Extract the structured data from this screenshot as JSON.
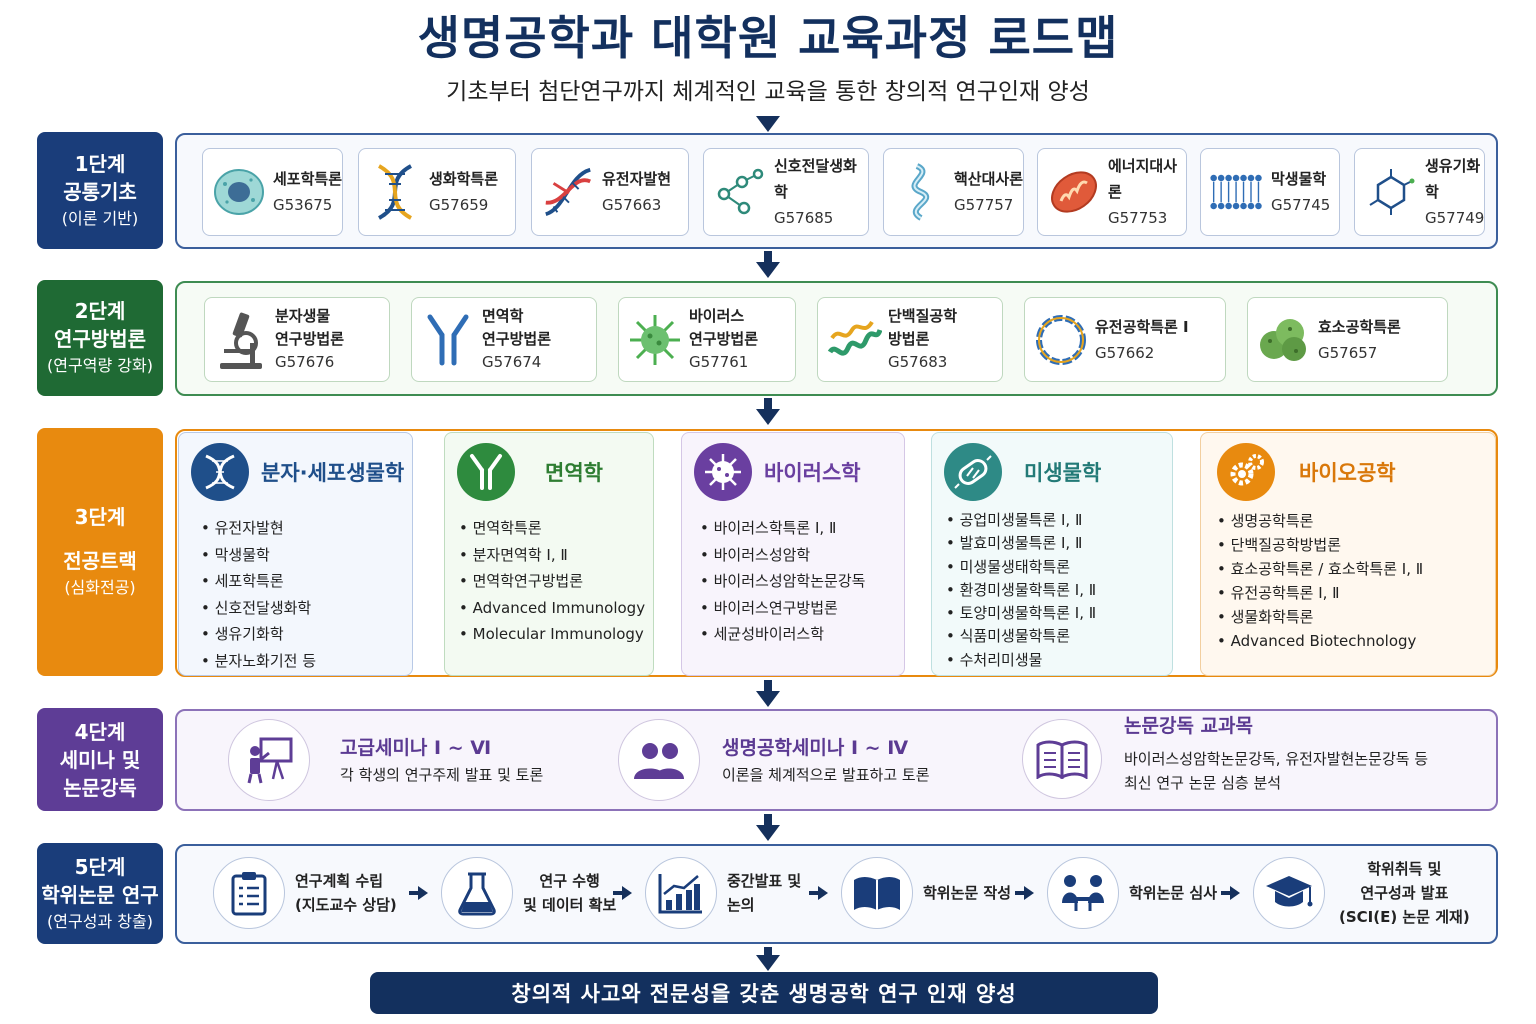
{
  "title": "생명공학과 대학원 교육과정 로드맵",
  "subtitle": "기초부터 첨단연구까지 체계적인 교육을 통한 창의적 연구인재 양성",
  "colors": {
    "navy": "#15305c",
    "stage1": "#1a3d7a",
    "stage2": "#1f6a34",
    "stage3": "#e88a0f",
    "stage4": "#5e3d96",
    "stage5": "#1a3d7a"
  },
  "stage1": {
    "num": "1단계",
    "name": "공통기초",
    "sub": "(이론 기반)",
    "courses": [
      {
        "name": "세포학특론",
        "code": "G53675",
        "icon": "cell-icon"
      },
      {
        "name": "생화학특론",
        "code": "G57659",
        "icon": "dna-icon"
      },
      {
        "name": "유전자발현",
        "code": "G57663",
        "icon": "dna-expression-icon"
      },
      {
        "name": "신호전달생화학",
        "code": "G57685",
        "icon": "signal-network-icon"
      },
      {
        "name": "핵산대사론",
        "code": "G57757",
        "icon": "nucleic-acid-icon"
      },
      {
        "name": "에너지대사론",
        "code": "G57753",
        "icon": "mitochondria-icon"
      },
      {
        "name": "막생물학",
        "code": "G57745",
        "icon": "membrane-icon"
      },
      {
        "name": "생유기화학",
        "code": "G57749",
        "icon": "molecule-icon"
      }
    ]
  },
  "stage2": {
    "num": "2단계",
    "name": "연구방법론",
    "sub": "(연구역량 강화)",
    "courses": [
      {
        "line1": "분자생물",
        "line2": "연구방법론",
        "code": "G57676",
        "icon": "microscope-icon"
      },
      {
        "line1": "면역학",
        "line2": "연구방법론",
        "code": "G57674",
        "icon": "antibody-icon"
      },
      {
        "line1": "바이러스",
        "line2": "연구방법론",
        "code": "G57761",
        "icon": "virus-icon"
      },
      {
        "line1": "단백질공학",
        "line2": "방법론",
        "code": "G57683",
        "icon": "protein-icon"
      },
      {
        "line1": "유전공학특론 I",
        "line2": "",
        "code": "G57662",
        "icon": "plasmid-icon"
      },
      {
        "line1": "효소공학특론",
        "line2": "",
        "code": "G57657",
        "icon": "enzyme-icon"
      }
    ]
  },
  "stage3": {
    "num": "3단계",
    "name": "전공트랙",
    "sub": "(심화전공)",
    "tracks": [
      {
        "name": "분자·세포생물학",
        "icon": "dna-icon",
        "items": [
          "유전자발현",
          "막생물학",
          "세포학특론",
          "신호전달생화학",
          "생유기화학",
          "분자노화기전 등"
        ]
      },
      {
        "name": "면역학",
        "icon": "antibody-icon",
        "items": [
          "면역학특론",
          "분자면역학 Ⅰ, Ⅱ",
          "면역학연구방법론",
          "Advanced Immunology",
          "Molecular Immunology"
        ]
      },
      {
        "name": "바이러스학",
        "icon": "virus-icon",
        "items": [
          "바이러스학특론 Ⅰ, Ⅱ",
          "바이러스성암학",
          "바이러스성암학논문강독",
          "바이러스연구방법론",
          "세균성바이러스학"
        ]
      },
      {
        "name": "미생물학",
        "icon": "bacteria-icon",
        "items": [
          "공업미생물특론 Ⅰ, Ⅱ",
          "발효미생물특론 Ⅰ, Ⅱ",
          "미생물생태학특론",
          "환경미생물학특론 Ⅰ, Ⅱ",
          "토양미생물학특론 Ⅰ, Ⅱ",
          "식품미생물학특론",
          "수처리미생물"
        ]
      },
      {
        "name": "바이오공학",
        "icon": "gears-icon",
        "items": [
          "생명공학특론",
          "단백질공학방법론",
          "효소공학특론 / 효소학특론 Ⅰ, Ⅱ",
          "유전공학특론 Ⅰ, Ⅱ",
          "생물화학특론",
          "Advanced Biotechnology"
        ]
      }
    ]
  },
  "stage4": {
    "num": "4단계",
    "name1": "세미나 및",
    "name2": "논문강독",
    "items": [
      {
        "title": "고급세미나 Ⅰ ~ Ⅵ",
        "desc1": "각 학생의 연구주제 발표 및 토론",
        "desc2": "",
        "icon": "presentation-icon"
      },
      {
        "title": "생명공학세미나 Ⅰ ~ Ⅳ",
        "desc1": "이론을 체계적으로 발표하고 토론",
        "desc2": "",
        "icon": "people-icon"
      },
      {
        "title": "논문강독 교과목",
        "desc1": "바이러스성암학논문강독, 유전자발현논문강독 등",
        "desc2": "최신 연구 논문 심층 분석",
        "icon": "book-icon"
      }
    ]
  },
  "stage5": {
    "num": "5단계",
    "name": "학위논문 연구",
    "sub": "(연구성과 창출)",
    "steps": [
      {
        "line1": "연구계획 수립",
        "line2": "(지도교수 상담)",
        "line3": "",
        "icon": "clipboard-icon"
      },
      {
        "line1": "연구 수행",
        "line2": "및 데이터 확보",
        "line3": "",
        "icon": "flask-icon"
      },
      {
        "line1": "중간발표 및",
        "line2": "논의",
        "line3": "",
        "icon": "chart-icon"
      },
      {
        "line1": "학위논문 작성",
        "line2": "",
        "line3": "",
        "icon": "open-book-icon"
      },
      {
        "line1": "학위논문 심사",
        "line2": "",
        "line3": "",
        "icon": "review-meeting-icon"
      },
      {
        "line1": "학위취득 및",
        "line2": "연구성과 발표",
        "line3": "(SCI(E) 논문 게재)",
        "icon": "graduation-cap-icon"
      }
    ]
  },
  "final": "창의적 사고와 전문성을 갖춘 생명공학 연구 인재 양성"
}
